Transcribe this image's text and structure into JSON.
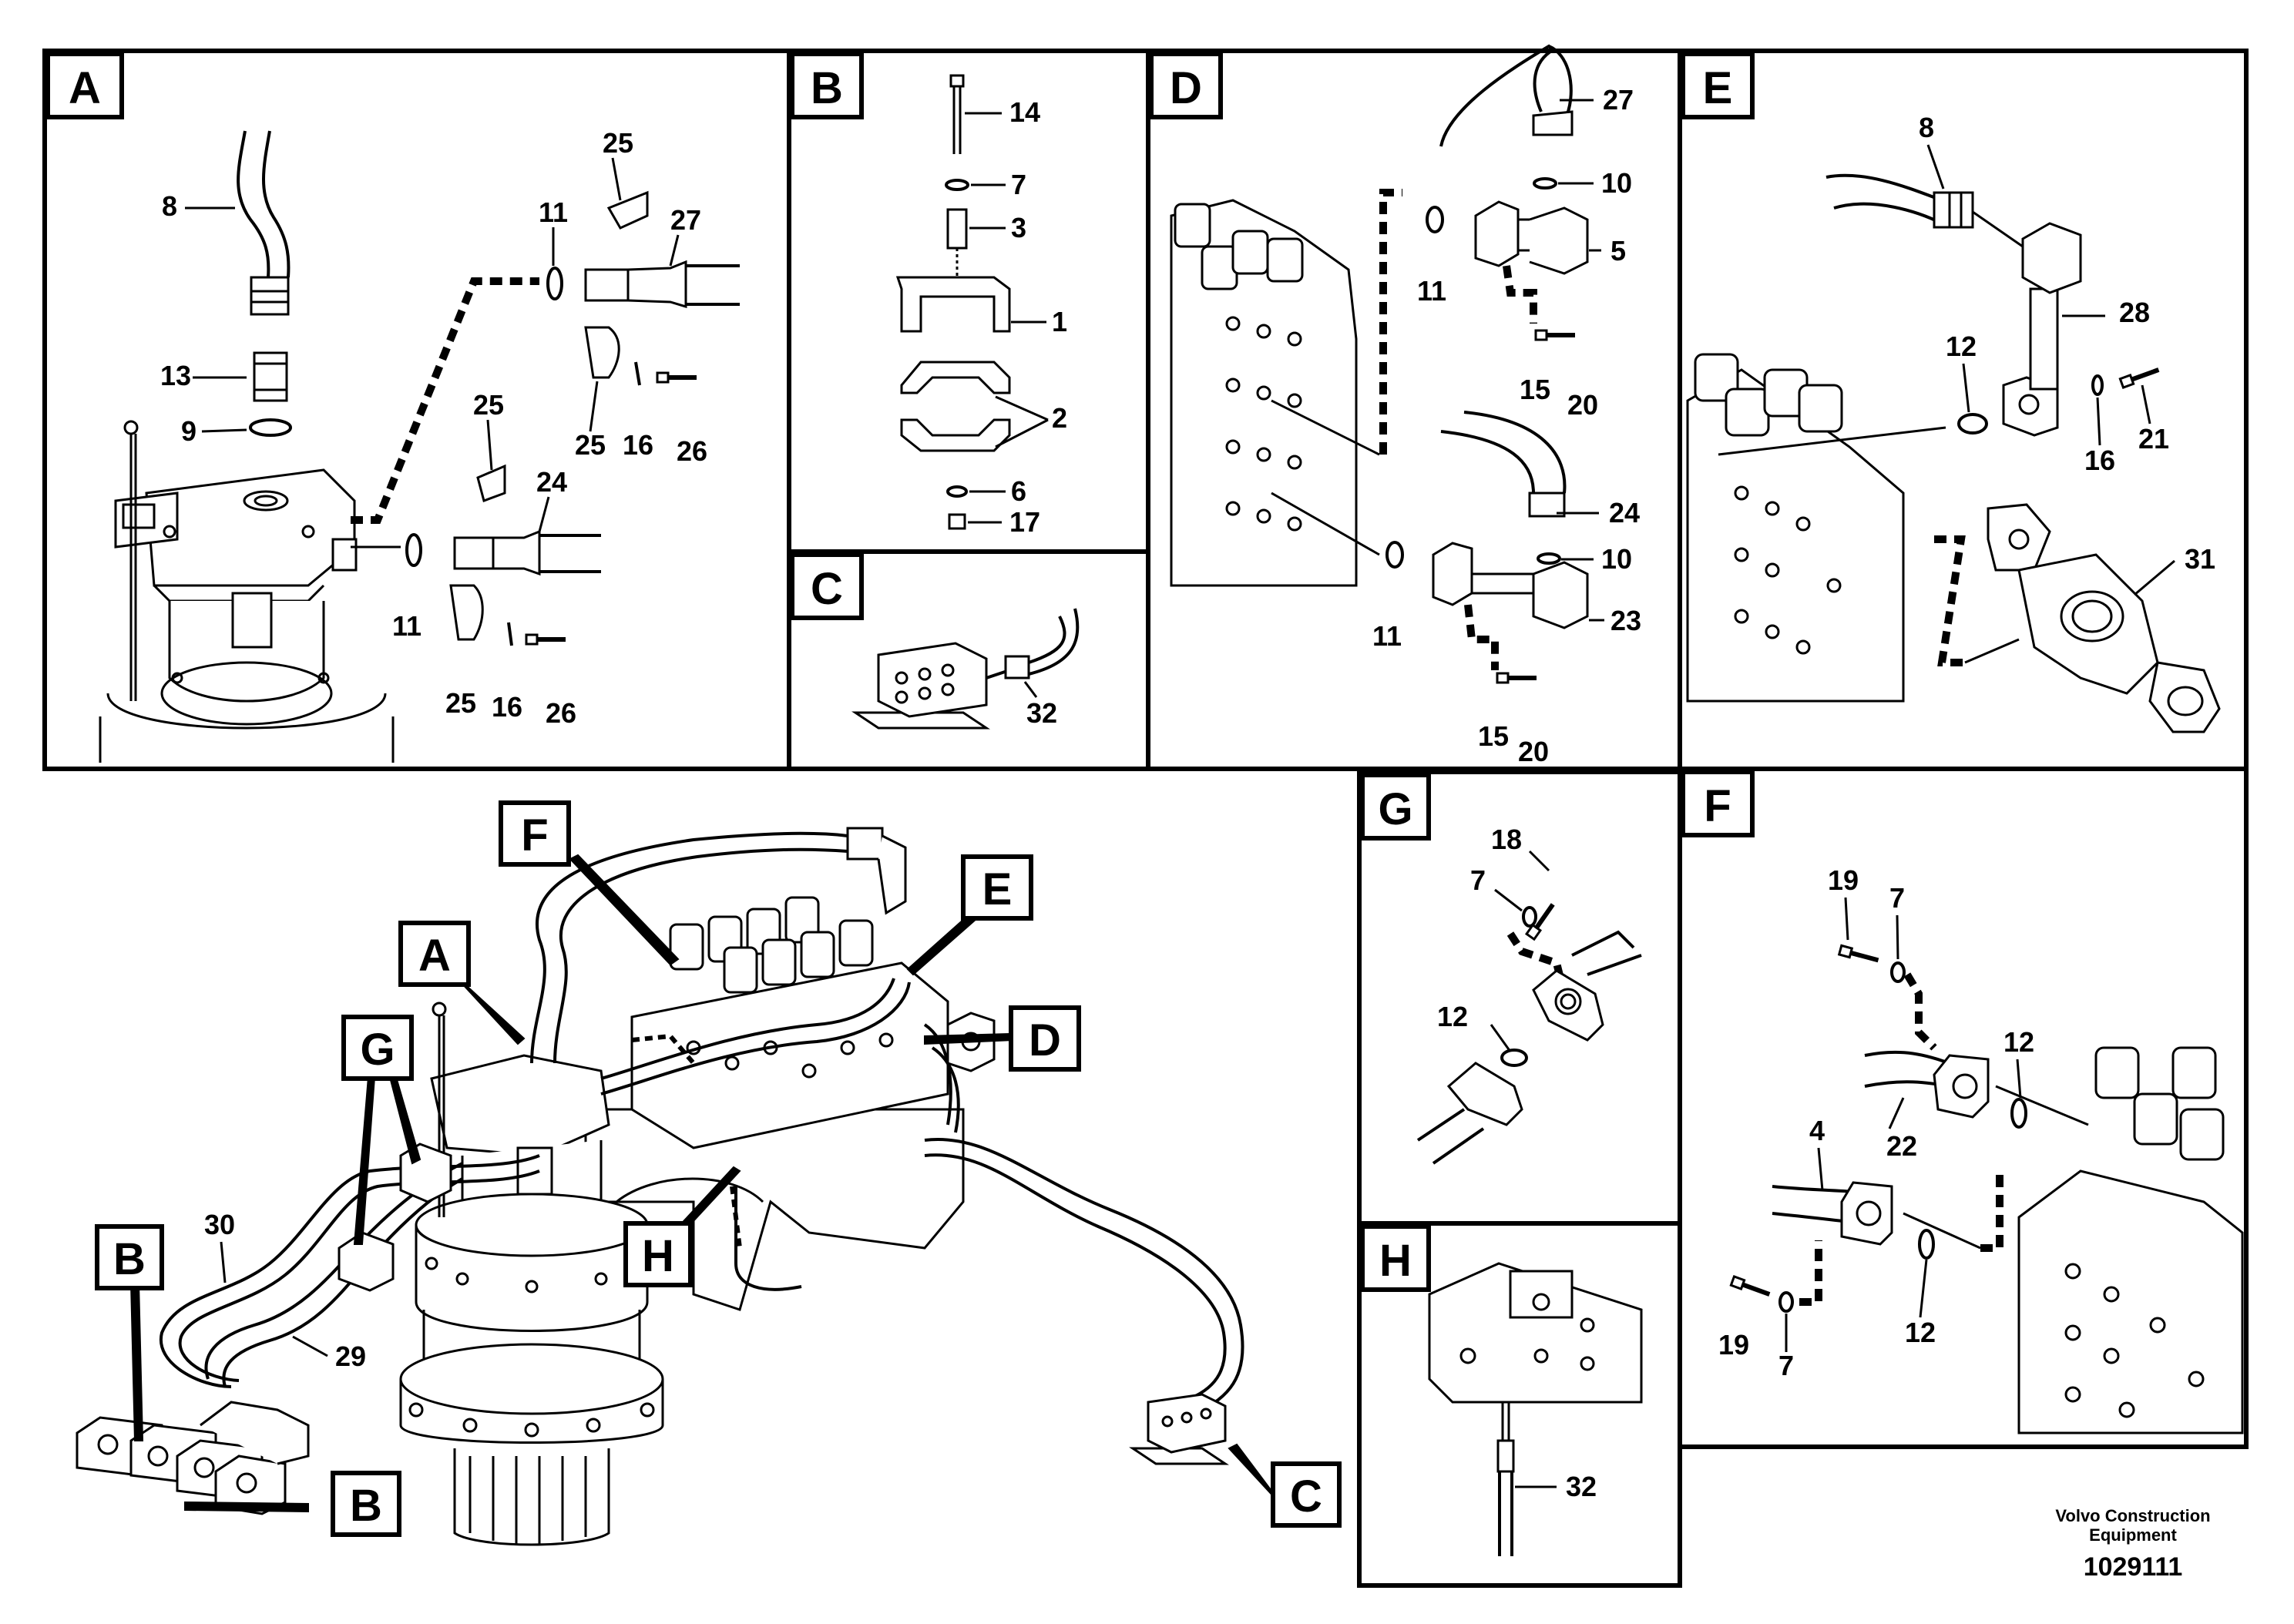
{
  "panels": {
    "A": {
      "letter": "A",
      "labels": [
        "8",
        "25",
        "11",
        "27",
        "13",
        "9",
        "25",
        "24",
        "25",
        "16",
        "26",
        "11",
        "25",
        "16",
        "26"
      ]
    },
    "B": {
      "letter": "B",
      "labels": [
        "14",
        "7",
        "3",
        "1",
        "2",
        "6",
        "17"
      ]
    },
    "C": {
      "letter": "C",
      "labels": [
        "32"
      ]
    },
    "D": {
      "letter": "D",
      "labels": [
        "27",
        "10",
        "5",
        "11",
        "15",
        "20",
        "24",
        "10",
        "11",
        "23",
        "15",
        "20"
      ]
    },
    "E": {
      "letter": "E",
      "labels": [
        "8",
        "28",
        "12",
        "16",
        "21",
        "31"
      ]
    },
    "G": {
      "letter": "G",
      "labels": [
        "18",
        "7",
        "12"
      ]
    },
    "H": {
      "letter": "H",
      "labels": [
        "32"
      ]
    },
    "F": {
      "letter": "F",
      "labels": [
        "19",
        "7",
        "12",
        "4",
        "22",
        "19",
        "7",
        "12"
      ]
    }
  },
  "main": {
    "callouts": [
      "F",
      "E",
      "A",
      "D",
      "G",
      "H",
      "B",
      "C",
      "B"
    ],
    "labels": [
      "30",
      "29"
    ]
  },
  "footer": {
    "brand_line1": "Volvo Construction",
    "brand_line2": "Equipment",
    "figure_number": "1029111"
  }
}
